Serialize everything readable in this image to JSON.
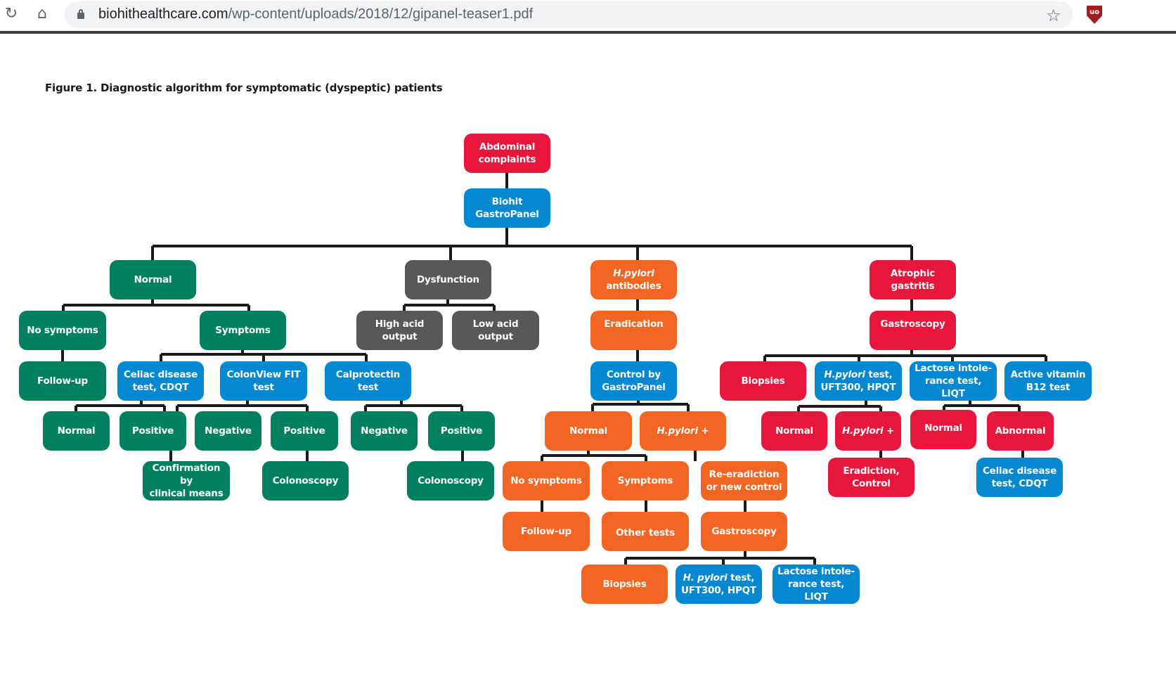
{
  "browser": {
    "reload_icon": "reload-icon",
    "home_icon": "home-icon",
    "lock_icon": "lock-icon",
    "url_domain": "biohithealthcare.com",
    "url_path": "/wp-content/uploads/2018/12/gipanel-teaser1.pdf",
    "bookmark_icon": "star-icon",
    "extension_icon": "ublock-shield-icon",
    "extension_label": "uo"
  },
  "figure": {
    "title": "Figure 1. Diagnostic algorithm for symptomatic (dyspeptic) patients"
  },
  "colors": {
    "red": "#e8163d",
    "blue": "#0488d1",
    "green": "#00805f",
    "gray": "#585858",
    "orange": "#f26522",
    "connector": "#1a1a1a"
  },
  "nodes": {
    "abdominal": {
      "line1": "Abdominal",
      "line2": "complaints"
    },
    "gastropanel": {
      "line1": "Biohit",
      "line2": "GastroPanel"
    },
    "normal": {
      "label": "Normal"
    },
    "no_symptoms_l": {
      "label": "No symptoms"
    },
    "follow_up_l": {
      "label": "Follow-up"
    },
    "symptoms_l": {
      "label": "Symptoms"
    },
    "celiac_l": {
      "line1": "Celiac disease",
      "line2": "test, CDQT"
    },
    "colonview": {
      "line1": "ColonView FIT",
      "line2": "test"
    },
    "calprotectin": {
      "line1": "Calprotectin",
      "line2": "test"
    },
    "celiac_normal": {
      "label": "Normal"
    },
    "celiac_positive": {
      "label": "Positive"
    },
    "confirmation": {
      "line1": "Confirmation by",
      "line2": "clinical means"
    },
    "colon_negative": {
      "label": "Negative"
    },
    "colon_positive": {
      "label": "Positive"
    },
    "colonoscopy_1": {
      "label": "Colonoscopy"
    },
    "calpro_negative": {
      "label": "Negative"
    },
    "calpro_positive": {
      "label": "Positive"
    },
    "colonoscopy_2": {
      "label": "Colonoscopy"
    },
    "dysfunction": {
      "label": "Dysfunction"
    },
    "high_acid": {
      "label": "High acid output"
    },
    "low_acid": {
      "label": "Low acid output"
    },
    "hp_antibodies": {
      "line1": "H.pylori",
      "line2": "antibodies"
    },
    "eradication": {
      "label": "Eradication"
    },
    "control_gp": {
      "line1": "Control by",
      "line2": "GastroPanel"
    },
    "control_normal": {
      "label": "Normal"
    },
    "control_hp": {
      "label": "H.pylori +"
    },
    "no_symptoms_m": {
      "label": "No symptoms"
    },
    "symptoms_m": {
      "label": "Symptoms"
    },
    "reeradication": {
      "line1": "Re-eradiction",
      "line2": "or new control"
    },
    "follow_up_m": {
      "label": "Follow-up"
    },
    "other_tests": {
      "label": "Other tests"
    },
    "gastroscopy_m": {
      "label": "Gastroscopy"
    },
    "biopsies_m": {
      "label": "Biopsies"
    },
    "hp_test_m": {
      "line1_italic": "H. pylori",
      "line1_rest": " test,",
      "line2": "UFT300, HPQT"
    },
    "lactose_m": {
      "line1": "Lactose intole-",
      "line2": "rance test, LIQT"
    },
    "atrophic": {
      "line1": "Atrophic",
      "line2": "gastritis"
    },
    "gastroscopy_r": {
      "label": "Gastroscopy"
    },
    "biopsies_r": {
      "label": "Biopsies"
    },
    "hp_test_r": {
      "line1_italic": "H.pylori",
      "line1_rest": " test,",
      "line2": "UFT300, HPQT"
    },
    "lactose_r": {
      "line1": "Lactose intole-",
      "line2": "rance test, LIQT"
    },
    "b12": {
      "line1": "Active vitamin",
      "line2": "B12 test"
    },
    "hp_normal_r": {
      "label": "Normal"
    },
    "hp_plus_r": {
      "label": "H.pylori +"
    },
    "eradiction_control": {
      "line1": "Eradiction,",
      "line2": "Control"
    },
    "lactose_normal": {
      "label": "Normal"
    },
    "lactose_abnormal": {
      "label": "Abnormal"
    },
    "celiac_r": {
      "line1": "Celiac disease",
      "line2": "test, CDQT"
    }
  }
}
